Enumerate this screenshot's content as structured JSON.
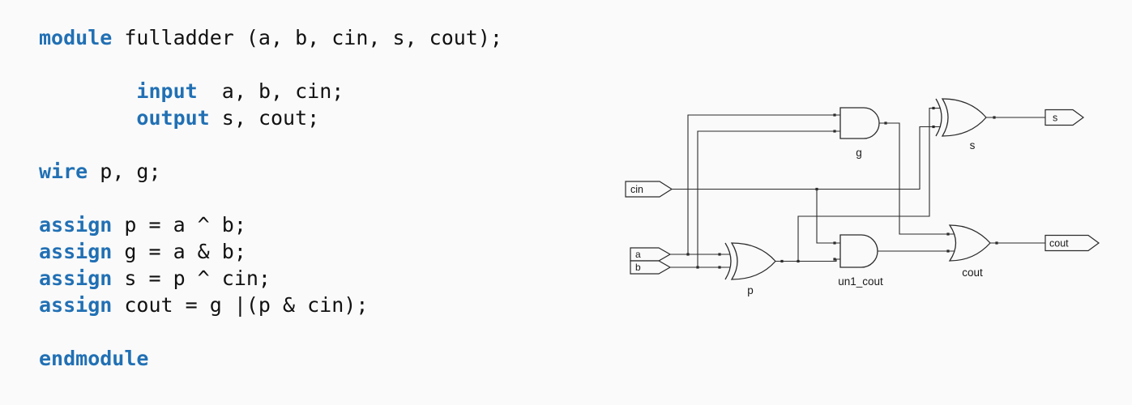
{
  "background": "#fafafa",
  "code": {
    "keyword_color": "#2170b4",
    "text_color": "#111111",
    "lines": [
      [
        {
          "t": "module",
          "k": true
        },
        {
          "t": " fulladder (a, b, cin, s, cout);"
        }
      ],
      [],
      [
        {
          "t": "        "
        },
        {
          "t": "input",
          "k": true
        },
        {
          "t": "  a, b, cin;"
        }
      ],
      [
        {
          "t": "        "
        },
        {
          "t": "output",
          "k": true
        },
        {
          "t": " s, cout;"
        }
      ],
      [],
      [
        {
          "t": "wire",
          "k": true
        },
        {
          "t": " p, g;"
        }
      ],
      [],
      [
        {
          "t": "assign",
          "k": true
        },
        {
          "t": " p = a ^ b;"
        }
      ],
      [
        {
          "t": "assign",
          "k": true
        },
        {
          "t": " g = a & b;"
        }
      ],
      [
        {
          "t": "assign",
          "k": true
        },
        {
          "t": " s = p ^ cin;"
        }
      ],
      [
        {
          "t": "assign",
          "k": true
        },
        {
          "t": " cout = g |(p & cin);"
        }
      ],
      [],
      [
        {
          "t": "endmodule",
          "k": true
        }
      ]
    ]
  },
  "schematic": {
    "ports": {
      "cin": "cin",
      "a": "a",
      "b": "b",
      "s": "s",
      "cout": "cout"
    },
    "gate_labels": {
      "g": "g",
      "s": "s",
      "p": "p",
      "un1_cout": "un1_cout",
      "cout": "cout"
    }
  }
}
